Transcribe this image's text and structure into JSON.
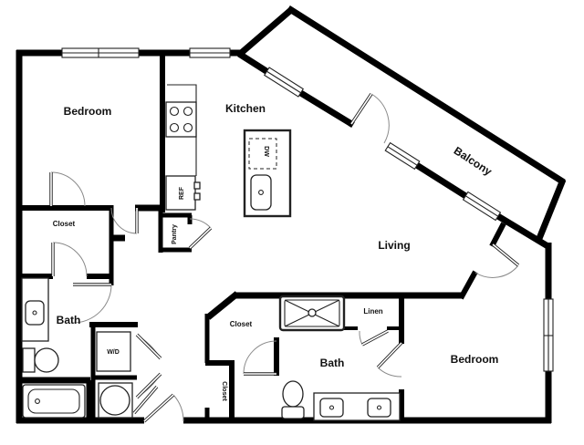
{
  "floorplan": {
    "rooms": {
      "bedroom_left": "Bedroom",
      "kitchen": "Kitchen",
      "balcony": "Balcony",
      "living": "Living",
      "closet_bedroom_left": "Closet",
      "bath_left": "Bath",
      "walkin_closet": "Closet",
      "entry_closet": "Closet",
      "linen": "Linen",
      "bath_right": "Bath",
      "bedroom_right": "Bedroom"
    },
    "appliances": {
      "washer_dryer": "W/D",
      "refrigerator": "REF",
      "dishwasher": "DW",
      "pantry": "Pantry"
    },
    "colors": {
      "wall": "#000000",
      "background": "#ffffff",
      "door_arc": "#8a8a8a"
    }
  }
}
